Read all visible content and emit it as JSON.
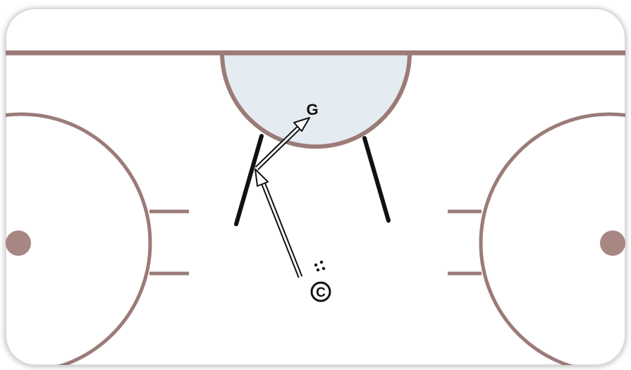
{
  "diagram": {
    "type": "hockey-rink-drill",
    "colors": {
      "rink_line": "#9b7b78",
      "crease_fill": "#e4ecf1",
      "board_fill": "#ffffff",
      "board_shadow": "#cfcfcf",
      "post_line": "#111111",
      "arrow": "#111111"
    },
    "players": {
      "goalie": {
        "label": "G"
      },
      "center": {
        "label": "C"
      }
    },
    "puck": {
      "icon": "puck-dots-icon"
    },
    "movement": {
      "arrow_1": {
        "from": "center",
        "to": "deflection-point",
        "style": "double-line"
      },
      "arrow_2": {
        "from": "deflection-point",
        "to": "goalie",
        "style": "double-line"
      }
    }
  }
}
